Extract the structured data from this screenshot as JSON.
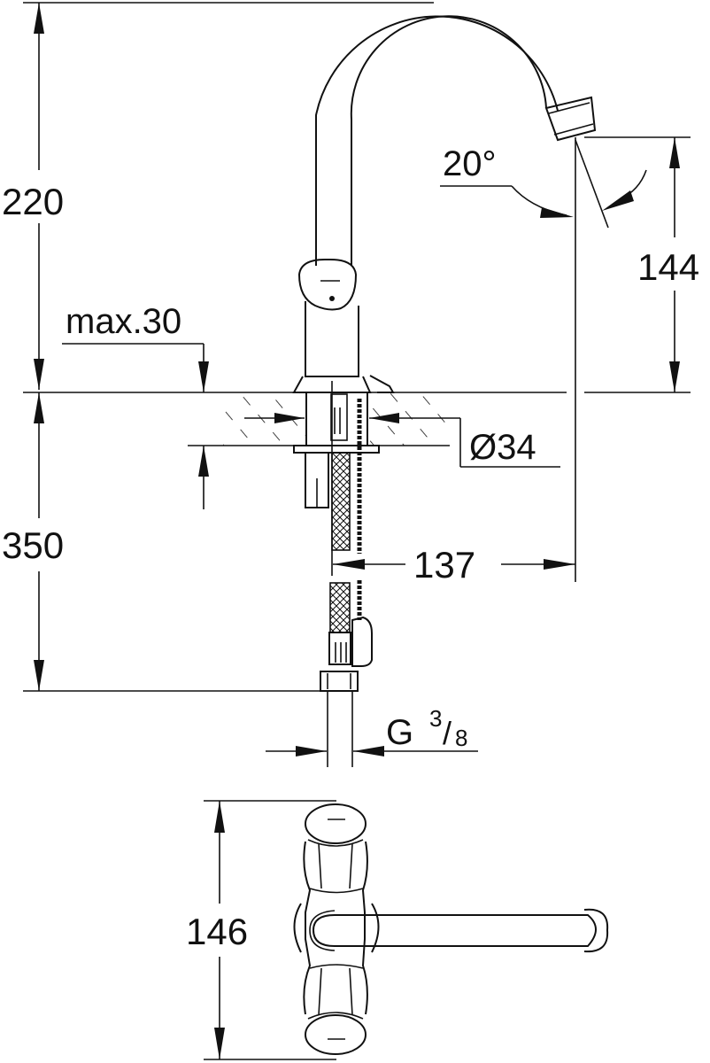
{
  "drawing": {
    "subject": "single-lever basin mixer with swivel spout",
    "dimensions": {
      "height_above_deck": "220",
      "max_deck_thickness": "max.30",
      "spout_angle": "20°",
      "spout_outlet_height": "144",
      "hole_diameter": "Ø34",
      "below_deck_length": "350",
      "spout_reach": "137",
      "connection_thread_base": "G",
      "connection_thread_num": "3",
      "connection_thread_den": "8",
      "top_view_width": "146"
    },
    "colors": {
      "line": "#111111",
      "background": "#ffffff"
    }
  }
}
